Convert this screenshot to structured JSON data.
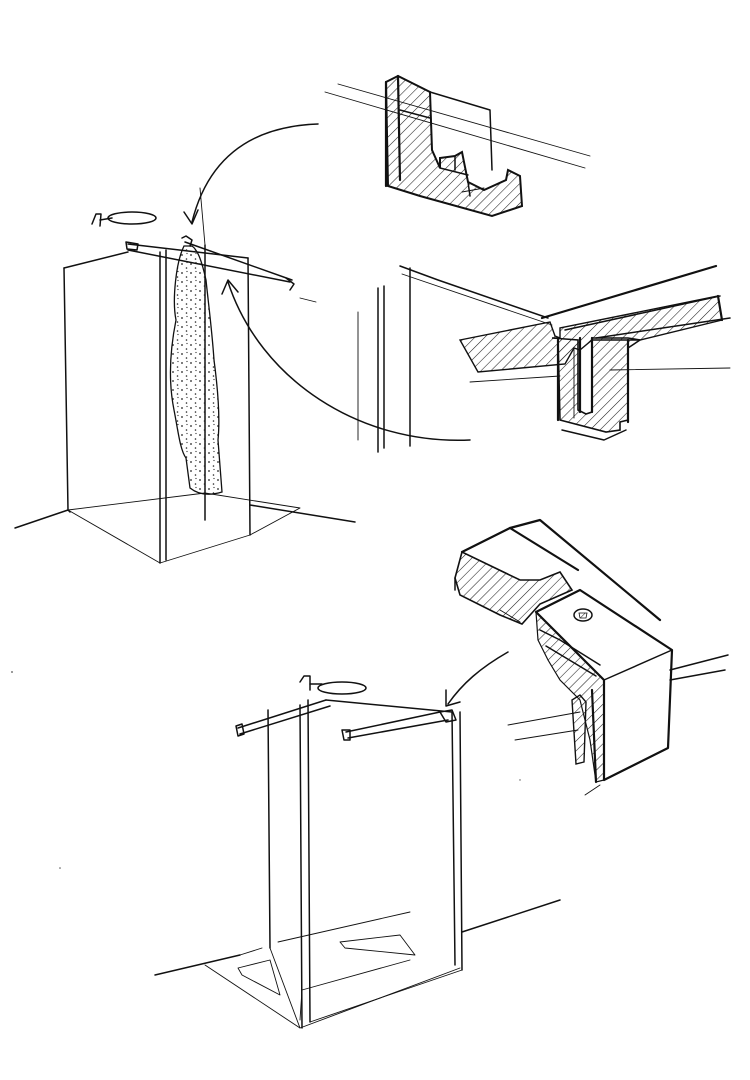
{
  "page": {
    "background": "#ffffff",
    "ink_color": "#111111",
    "hatch_color": "#222222"
  },
  "figures": [
    {
      "id": "shower-enclosure-with-towel",
      "icon": "shower-with-towel-sketch"
    },
    {
      "id": "bracket-profile-detail",
      "icon": "u-channel-bracket-sketch"
    },
    {
      "id": "glass-clamp-section-detail",
      "icon": "glass-clamp-section-sketch"
    },
    {
      "id": "rail-end-cap-detail",
      "icon": "rail-end-cap-sketch"
    },
    {
      "id": "shower-enclosure-two-rails",
      "icon": "shower-two-rails-sketch"
    }
  ]
}
